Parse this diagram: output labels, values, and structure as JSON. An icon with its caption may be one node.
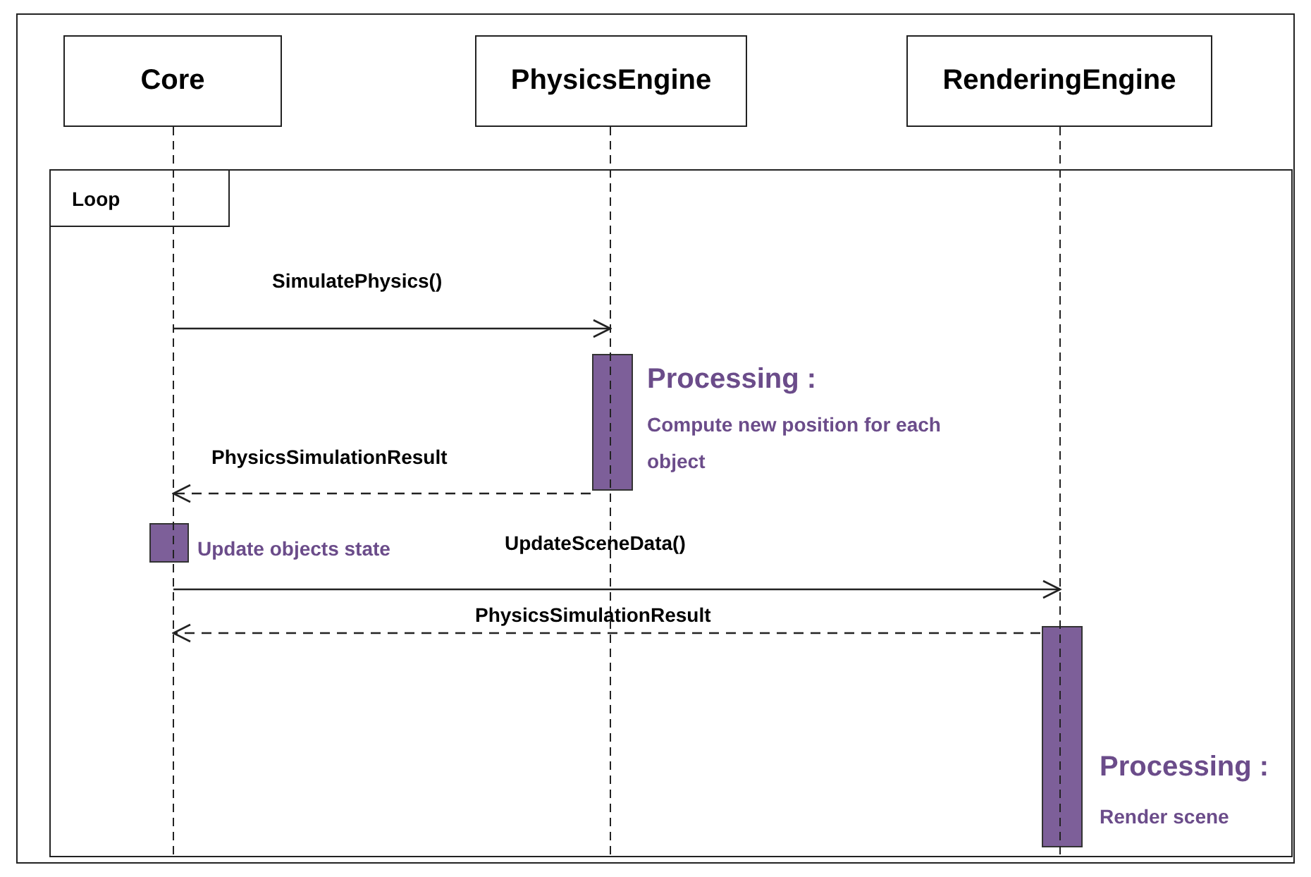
{
  "diagram": {
    "nodes": [
      {
        "text": [
          "Core"
        ]
      },
      {
        "text": [
          "PhysicsEngine"
        ]
      },
      {
        "text": [
          "RenderingEngine"
        ]
      },
      {
        "text": [
          "Loop"
        ]
      },
      {
        "text": [],
        "shape": "bar",
        "in": 3,
        "beside": [
          "Processing :",
          "Compute new position for each object"
        ]
      },
      {
        "text": [],
        "shape": "bar",
        "in": 3,
        "beside": [
          "Update objects state"
        ]
      },
      {
        "text": [],
        "shape": "bar",
        "in": 3,
        "beside": [
          "Processing :",
          "Render scene"
        ]
      },
      {
        "text": [],
        "shape": "line"
      },
      {
        "text": [],
        "shape": "line"
      },
      {
        "text": [],
        "shape": "line"
      }
    ],
    "edges": [
      {
        "from": 7,
        "to": 8,
        "arrow": "to",
        "label": "SimulatePhysics()"
      },
      {
        "from": 4,
        "to": 7,
        "arrow": "to",
        "label": "PhysicsSimulationResult",
        "style": "dashed"
      },
      {
        "from": 7,
        "to": 9,
        "arrow": "to",
        "label": "UpdateSceneData()"
      },
      {
        "from": 6,
        "to": 7,
        "arrow": "to",
        "label": "PhysicsSimulationResult",
        "style": "dashed"
      }
    ]
  }
}
